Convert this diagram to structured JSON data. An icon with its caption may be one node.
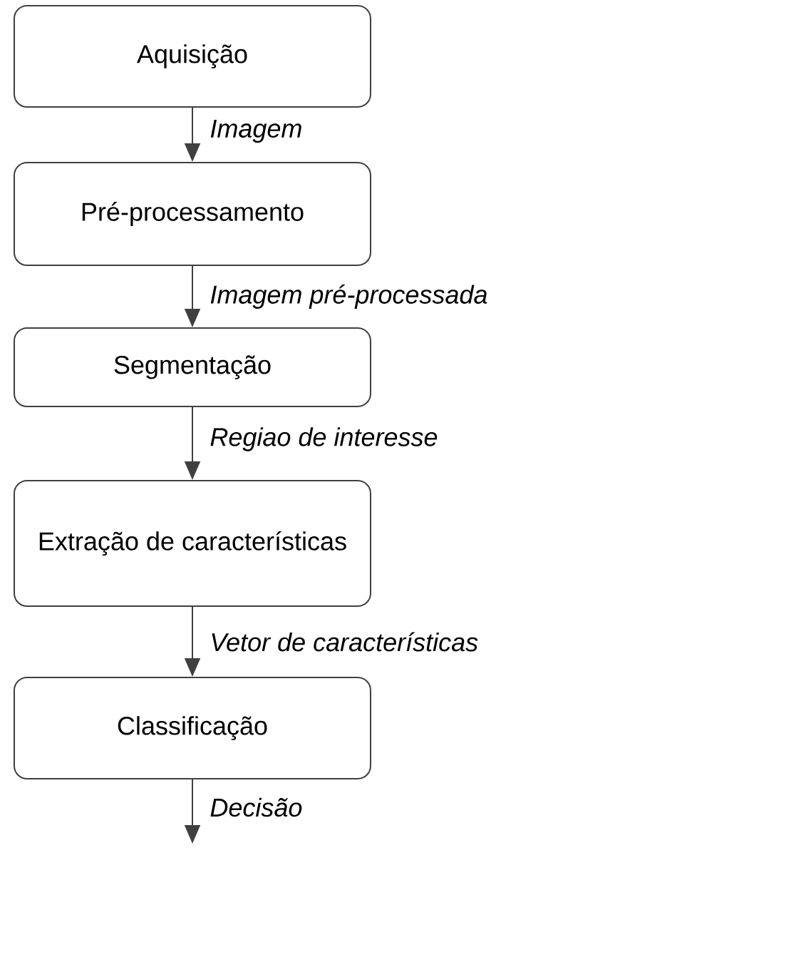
{
  "diagram": {
    "nodes": [
      {
        "text": [
          "Aquisição"
        ]
      },
      {
        "text": [
          "Pré-processamento"
        ]
      },
      {
        "text": [
          "Segmentação"
        ]
      },
      {
        "text": [
          "Extração de características"
        ]
      },
      {
        "text": [
          "Classificação"
        ]
      }
    ],
    "edges": [
      {
        "from": 0,
        "to": 1,
        "arrow": "to",
        "label": "Imagem"
      },
      {
        "from": 1,
        "to": 2,
        "arrow": "to",
        "label": "Imagem pré-processada"
      },
      {
        "from": 2,
        "to": 3,
        "arrow": "to",
        "label": "Regiao de interesse"
      },
      {
        "from": 3,
        "to": 4,
        "arrow": "to",
        "label": "Vetor de características"
      },
      {
        "from": 4,
        "to": null,
        "arrow": "to",
        "label": "Decisão"
      }
    ]
  }
}
